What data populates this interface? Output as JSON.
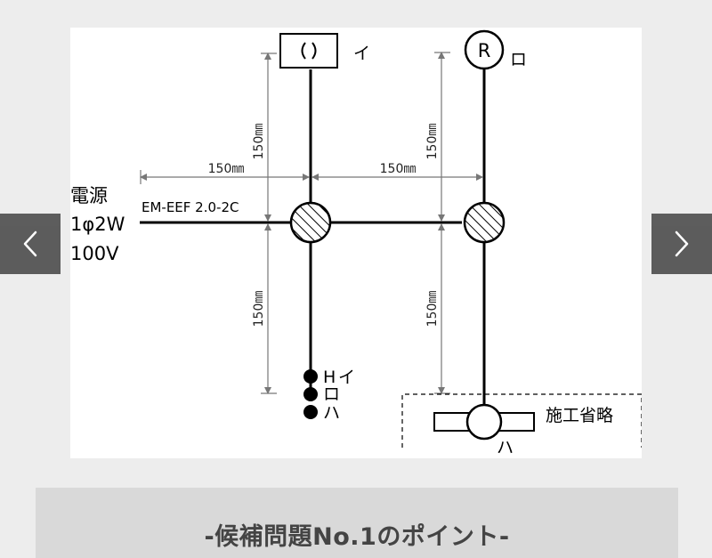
{
  "diagram": {
    "power_source": {
      "line1": "電源",
      "line2": "1φ2W",
      "line3": "100V"
    },
    "cable_label": "EM-EEF 2.0-2C",
    "dimensions": {
      "top_left_vertical": "150㎜",
      "top_right_vertical": "150㎜",
      "horizontal_left": "150㎜",
      "horizontal_right": "150㎜",
      "bottom_left_vertical": "150㎜",
      "bottom_right_vertical": "150㎜"
    },
    "fixtures": {
      "ceiling_light_label": "イ",
      "receptacle_light_symbol": "R",
      "receptacle_light_label": "ロ",
      "fluorescent_label": "ハ"
    },
    "switches": {
      "h_label": "H",
      "switch_i": "イ",
      "switch_ro": "ロ",
      "switch_ha": "ハ"
    },
    "omitted_note": "施工省略"
  },
  "navigation": {
    "prev_icon": "chevron-left-icon",
    "next_icon": "chevron-right-icon"
  },
  "caption": {
    "text": "-候補問題No.1のポイント-"
  },
  "colors": {
    "line": "#000000",
    "panel": "#ffffff",
    "page_bg": "#ededed",
    "nav_bg": "#555555",
    "caption_bg": "#d9d9d9",
    "caption_text": "#444444",
    "dim_line": "#777777"
  }
}
